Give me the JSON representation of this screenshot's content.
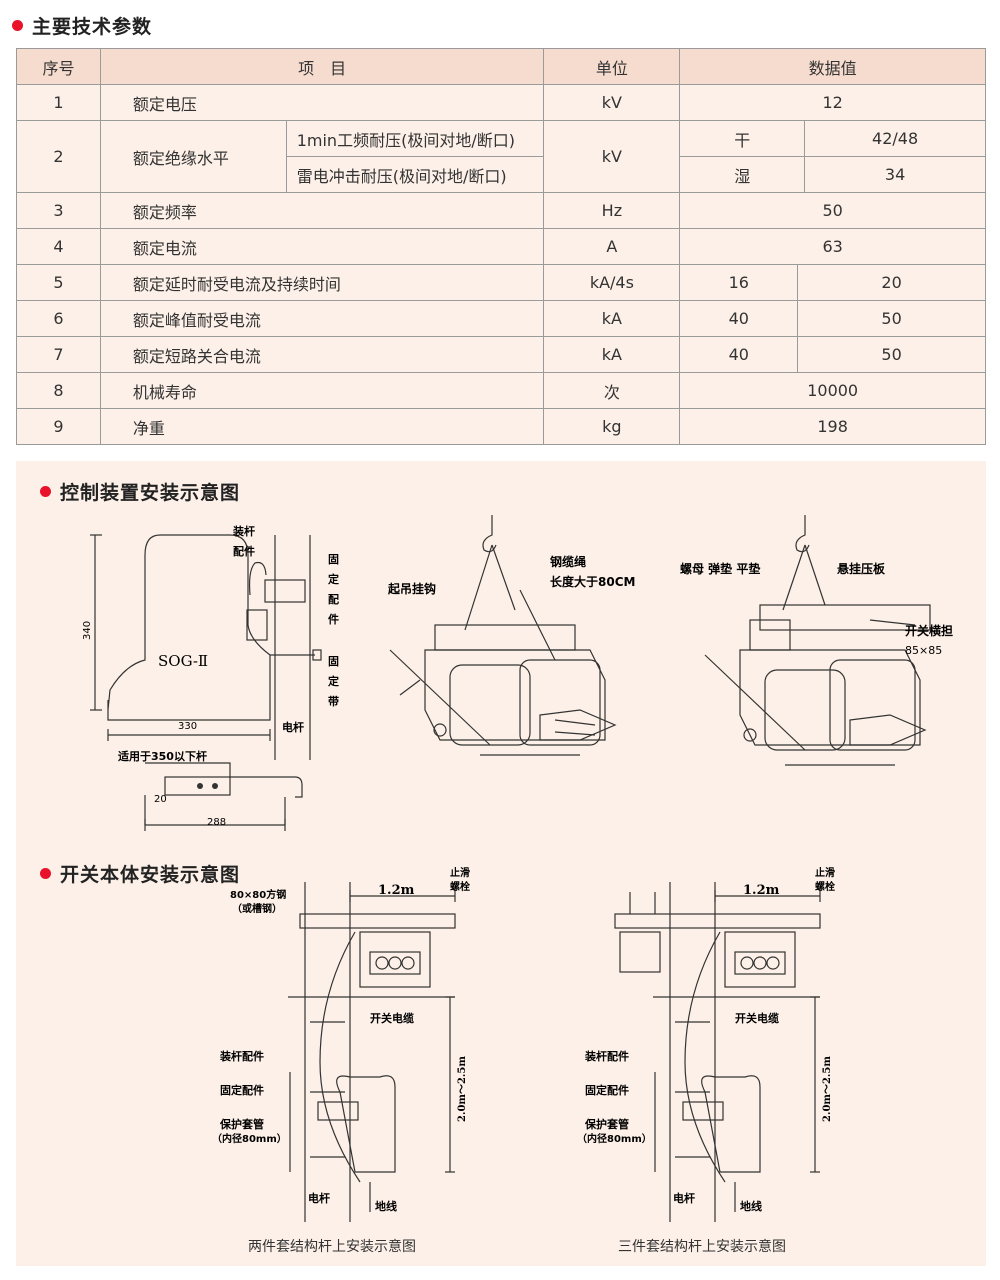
{
  "sections": {
    "params": "主要技术参数",
    "control": "控制装置安装示意图",
    "switch": "开关本体安装示意图"
  },
  "table": {
    "headers": [
      "序号",
      "项　目",
      "单位",
      "数据值"
    ],
    "rows": [
      {
        "no": "1",
        "item": "额定电压",
        "unit": "kV",
        "value": "12"
      },
      {
        "no": "2",
        "item": "额定绝缘水平",
        "sub1": "1min工频耐压(极间对地/断口)",
        "sub2": "雷电冲击耐压(极间对地/断口)",
        "unit": "kV",
        "dry_label": "干",
        "dry_value": "42/48",
        "wet_label": "湿",
        "wet_value": "34"
      },
      {
        "no": "3",
        "item": "额定频率",
        "unit": "Hz",
        "value": "50"
      },
      {
        "no": "4",
        "item": "额定电流",
        "unit": "A",
        "value": "63"
      },
      {
        "no": "5",
        "item": "额定延时耐受电流及持续时间",
        "unit": "kA/4s",
        "v1": "16",
        "v2": "20"
      },
      {
        "no": "6",
        "item": "额定峰值耐受电流",
        "unit": "kA",
        "v1": "40",
        "v2": "50"
      },
      {
        "no": "7",
        "item": "额定短路关合电流",
        "unit": "kA",
        "v1": "40",
        "v2": "50"
      },
      {
        "no": "8",
        "item": "机械寿命",
        "unit": "次",
        "value": "10000"
      },
      {
        "no": "9",
        "item": "净重",
        "unit": "kg",
        "value": "198"
      }
    ]
  },
  "control_diagram": {
    "pole_fitting": "装杆",
    "pole_fitting2": "配件",
    "fixing_part": [
      "固",
      "定",
      "配",
      "件"
    ],
    "fixing_band": [
      "固",
      "定",
      "带"
    ],
    "pole": "电杆",
    "model": "SOG-Ⅱ",
    "dim_height": "340",
    "dim_width": "330",
    "applicable": "适用于350以下杆",
    "dim_20": "20",
    "dim_288": "288"
  },
  "lifting_diagram_1": {
    "hook": "起吊挂钩",
    "rope": "钢缆绳",
    "rope_len": "长度大于80CM"
  },
  "lifting_diagram_2": {
    "nuts": "螺母 弹垫 平垫",
    "plate": "悬挂压板",
    "crossarm": "开关横担",
    "crossarm_size": "85×85"
  },
  "switch_diagram_left": {
    "steel": "80×80方钢",
    "steel2": "（或槽钢）",
    "span": "1.2m",
    "bolt": "止滑",
    "bolt2": "螺栓",
    "cable": "开关电缆",
    "pole_fitting": "装杆配件",
    "fixing_part": "固定配件",
    "sleeve": "保护套管",
    "sleeve2": "（内径80mm）",
    "height": "2.0m～2.5m",
    "pole": "电杆",
    "ground": "地线",
    "caption": "两件套结构杆上安装示意图"
  },
  "switch_diagram_right": {
    "span": "1.2m",
    "bolt": "止滑",
    "bolt2": "螺栓",
    "cable": "开关电缆",
    "pole_fitting": "装杆配件",
    "fixing_part": "固定配件",
    "sleeve": "保护套管",
    "sleeve2": "（内径80mm）",
    "height": "2.0m～2.5m",
    "pole": "电杆",
    "ground": "地线",
    "caption": "三件套结构杆上安装示意图"
  },
  "colors": {
    "bullet": "#e8132a",
    "header_bg": "#f6dccf",
    "row_bg": "#fdf0e8"
  }
}
